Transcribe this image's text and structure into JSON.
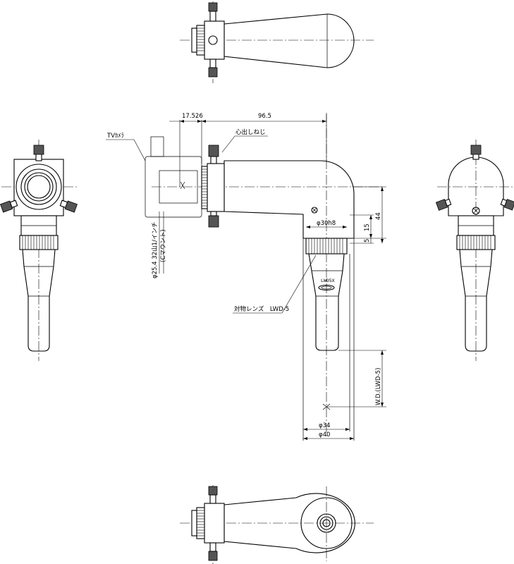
{
  "labels": {
    "tv_camera": "TVｶﾒﾗ",
    "centering_screw": "心出しねじ",
    "objective": "対物レンズ　LWD-5",
    "lens_marking": "LWD5X",
    "mount_line1": "φ25.4  32山1/インチ",
    "mount_line2": "(Cマウント)"
  },
  "dimensions": {
    "d_17526": "17.526",
    "d_965": "96.5",
    "d_30h8": "φ30h8",
    "d_15": "15",
    "d_44": "44",
    "d_5": "5",
    "wd": "W.D.(LWD-5)",
    "d_34": "φ34",
    "d_40": "φ40"
  }
}
